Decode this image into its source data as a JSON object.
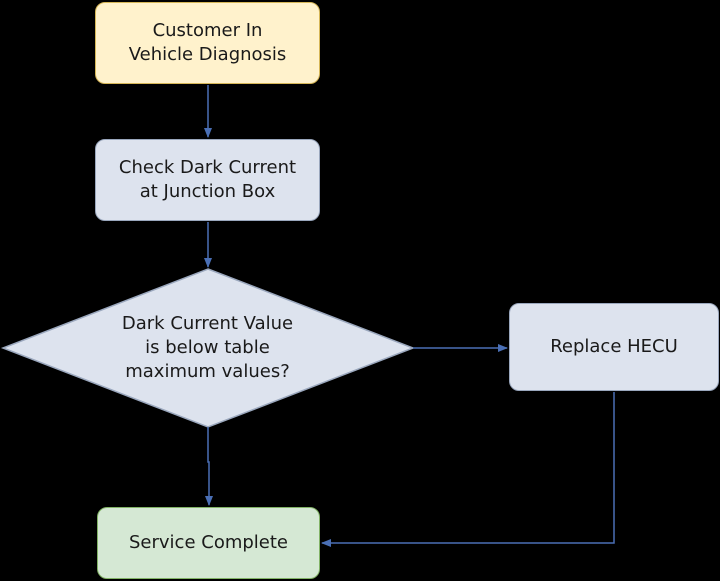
{
  "nodes": {
    "start": "Customer In\nVehicle Diagnosis",
    "check": "Check Dark Current\nat Junction Box",
    "decision": "Dark Current Value\nis below table\nmaximum values?",
    "replace": "Replace HECU",
    "done": "Service Complete"
  },
  "colors": {
    "start_fill": "#fff2cc",
    "start_stroke": "#d6b656",
    "process_fill": "#dde3ee",
    "process_stroke": "#9aa7bd",
    "end_fill": "#d5e8d4",
    "end_stroke": "#82b366",
    "connector": "#4a6fb5"
  }
}
